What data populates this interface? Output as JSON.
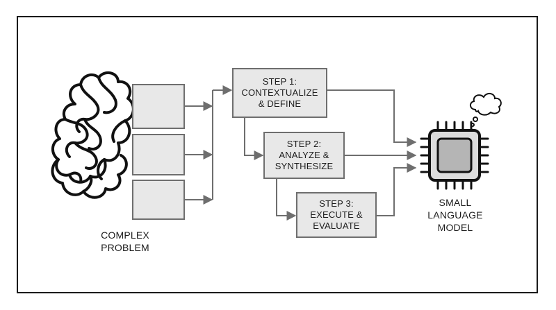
{
  "problem": {
    "line1": "COMPLEX",
    "line2": "PROBLEM"
  },
  "steps": [
    {
      "line1": "STEP 1:",
      "line2": "CONTEXTUALIZE",
      "line3": "& DEFINE"
    },
    {
      "line1": "STEP 2:",
      "line2": "ANALYZE &",
      "line3": "SYNTHESIZE"
    },
    {
      "line1": "STEP 3:",
      "line2": "EXECUTE &",
      "line3": "EVALUATE"
    }
  ],
  "model": {
    "line1": "SMALL",
    "line2": "LANGUAGE",
    "line3": "MODEL"
  },
  "colors": {
    "box_fill": "#e8e8e8",
    "box_stroke": "#6e6e6e",
    "arrow": "#6e6e6e",
    "chip_core": "#b5b5b5",
    "ink": "#111111"
  },
  "icons": {
    "brain": "brain-icon",
    "chip": "microchip-icon",
    "thought": "thought-bubble-icon"
  }
}
